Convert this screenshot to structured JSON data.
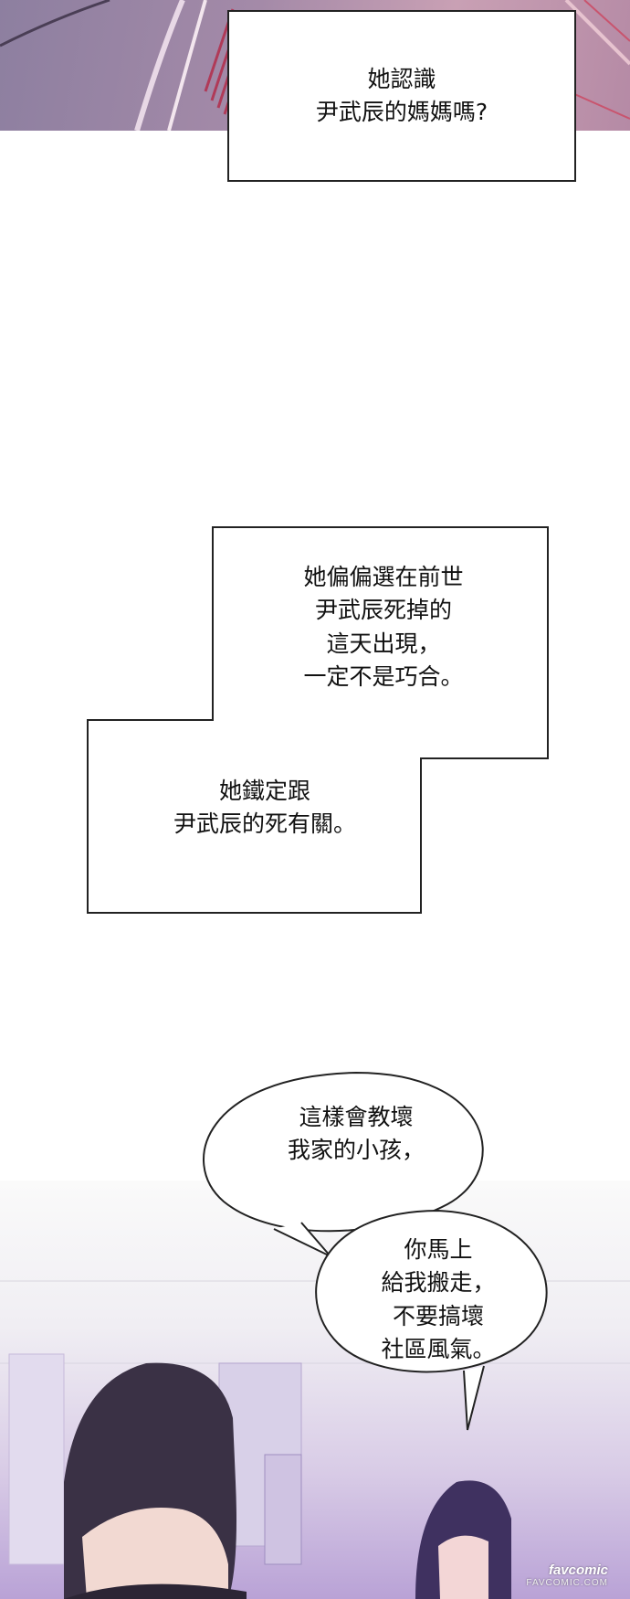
{
  "captions": {
    "top": "她認識\n尹武辰的媽媽嗎?",
    "middle": "她偏偏選在前世\n尹武辰死掉的\n這天出現，\n一定不是巧合。",
    "lower": "她鐵定跟\n尹武辰的死有關。"
  },
  "bubbles": {
    "upper": "這樣會教壞\n我家的小孩，",
    "lower": "你馬上\n給我搬走，\n不要搞壞\n社區風氣。"
  },
  "watermark": {
    "main": "favcomic",
    "sub": "FAVCOMIC.COM"
  },
  "colors": {
    "ink": "#111111",
    "panel_top": "#a48aa8",
    "panel_bottom": "#b9a2d6"
  }
}
